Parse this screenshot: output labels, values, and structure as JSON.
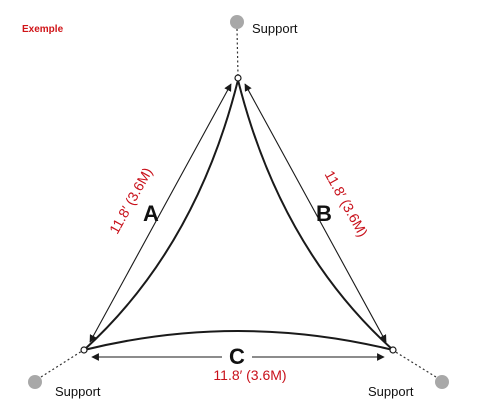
{
  "caption": "Exemple",
  "supports": {
    "top": "Support",
    "left": "Support",
    "right": "Support"
  },
  "sides": {
    "a": {
      "letter": "A",
      "dimension": "11.8′  (3.6M)"
    },
    "b": {
      "letter": "B",
      "dimension": "11.8′  (3.6M)"
    },
    "c": {
      "letter": "C",
      "dimension": "11.8′  (3.6M)"
    }
  },
  "colors": {
    "support_dot": "#a8a8a8",
    "sail_line": "#1a1a1a",
    "dimension_text": "#c8101a",
    "caption_text": "#d01418"
  }
}
